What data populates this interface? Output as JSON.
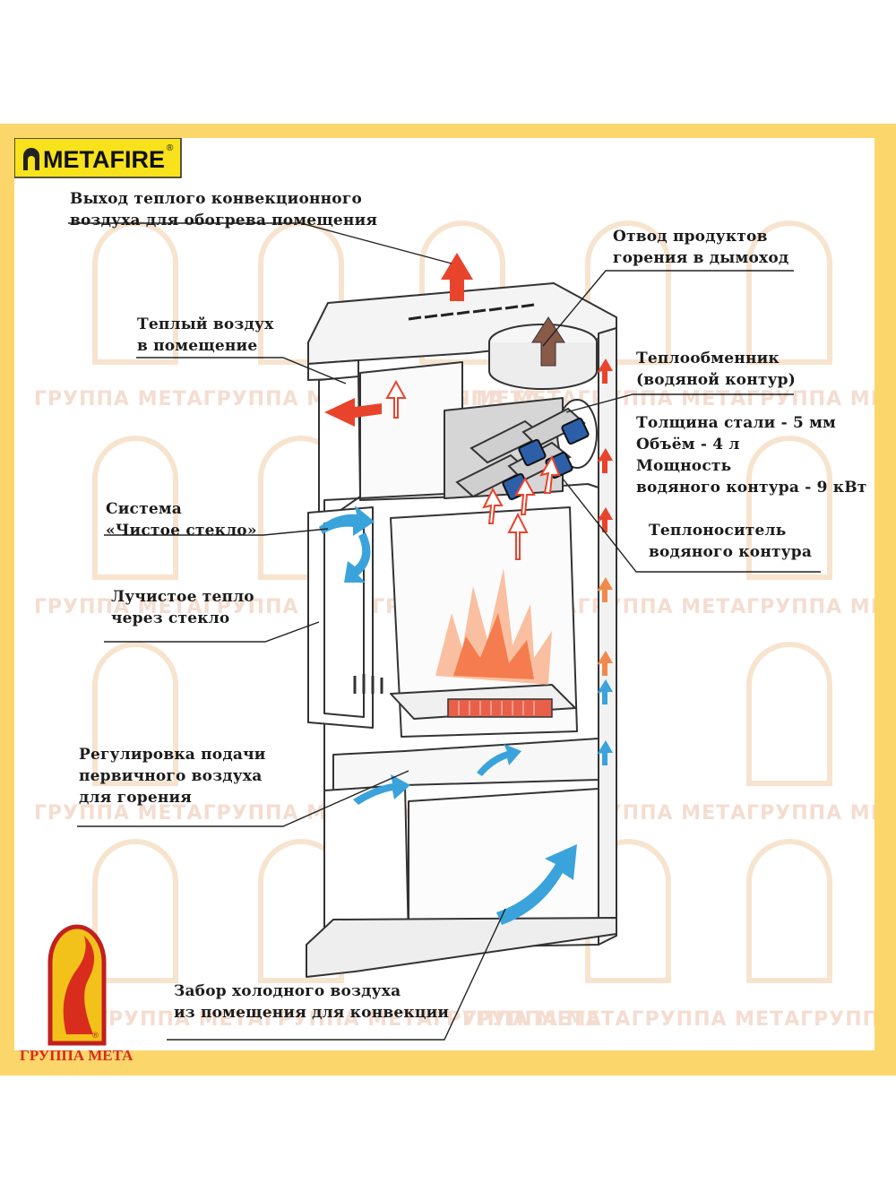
{
  "brand": {
    "logo_text": "METAFIRE",
    "logo_mark": "®",
    "company": "ГРУППА МЕТА",
    "watermark": "ГРУППА МЕТАГРУППА МЕТАГРУППА МЕТА"
  },
  "labels": {
    "warm_air_outlet": [
      "Выход теплого конвекционного",
      "воздуха для обогрева помещения"
    ],
    "warm_air_room": [
      "Теплый воздух",
      "в помещение"
    ],
    "clean_glass": [
      "Система",
      "«Чистое стекло»"
    ],
    "radiant_heat": [
      "Лучистое тепло",
      "через стекло"
    ],
    "primary_air": [
      "Регулировка подачи",
      "первичного воздуха",
      "для горения"
    ],
    "cold_air_intake": [
      "Забор холодного воздуха",
      "из помещения для конвекции"
    ],
    "flue": [
      "Отвод продуктов",
      "горения в дымоход"
    ],
    "heat_exchanger": [
      "Теплообменник",
      "(водяной контур)"
    ],
    "specs": [
      "Толщина стали - 5 мм",
      "Объём - 4 л",
      "Мощность",
      "водяного контура - 9 кВт"
    ],
    "coolant": [
      "Теплоноситель",
      "водяного контура"
    ]
  },
  "colors": {
    "frame": "#fbd66b",
    "hot_air": "#e8442c",
    "cold_air": "#3aa3dc",
    "flame": "#f58a62",
    "smoke": "#8a5a48",
    "outline": "#333333"
  }
}
